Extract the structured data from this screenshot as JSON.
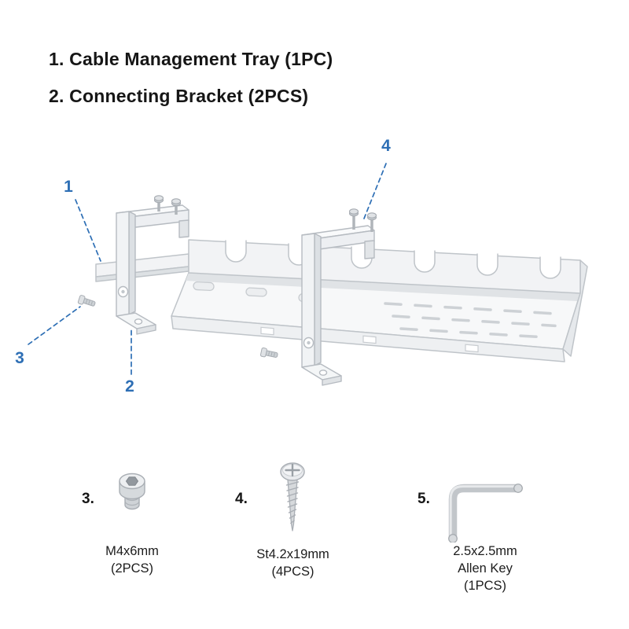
{
  "colors": {
    "accent": "#2e6fb5",
    "text": "#161616",
    "outline": "#bfc4c9",
    "metal": "#d6dadd"
  },
  "header": {
    "items": [
      "1. Cable Management Tray (1PC)",
      "2. Connecting Bracket (2PCS)"
    ]
  },
  "callouts": {
    "c1": "1",
    "c2": "2",
    "c3": "3",
    "c4": "4"
  },
  "parts": [
    {
      "number": "3.",
      "icon": "socket-screw-icon",
      "lines": [
        "M4x6mm",
        "(2PCS)"
      ]
    },
    {
      "number": "4.",
      "icon": "tapping-screw-icon",
      "lines": [
        "St4.2x19mm",
        "(4PCS)"
      ]
    },
    {
      "number": "5.",
      "icon": "allen-key-icon",
      "lines": [
        "2.5x2.5mm",
        "Allen Key",
        "(1PCS)"
      ]
    }
  ]
}
